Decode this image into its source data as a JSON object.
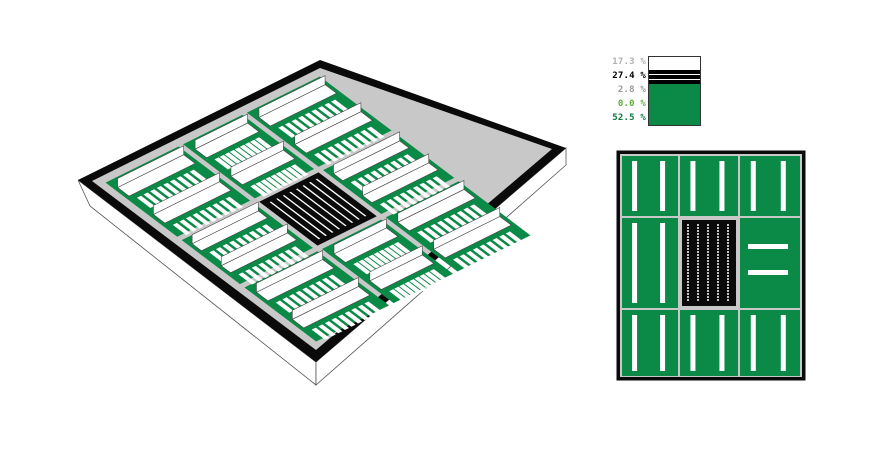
{
  "legend": [
    {
      "label": "17.3 %",
      "label_color": "#b0b0b0",
      "swatch": "white"
    },
    {
      "label": "27.4 %",
      "label_color": "#000000",
      "swatch": "striped-black"
    },
    {
      "label": "2.8 %",
      "label_color": "#9a9a9a",
      "swatch": "gray"
    },
    {
      "label": "0.0 %",
      "label_color": "#5fae3c",
      "swatch": "light-green"
    },
    {
      "label": "52.5 %",
      "label_color": "#0a7a3a",
      "swatch": "green"
    }
  ],
  "colors": {
    "green": "#0a8a46",
    "black": "#0a0a0a",
    "gray": "#bfbfbf",
    "white": "#ffffff",
    "outline": "#333333"
  }
}
